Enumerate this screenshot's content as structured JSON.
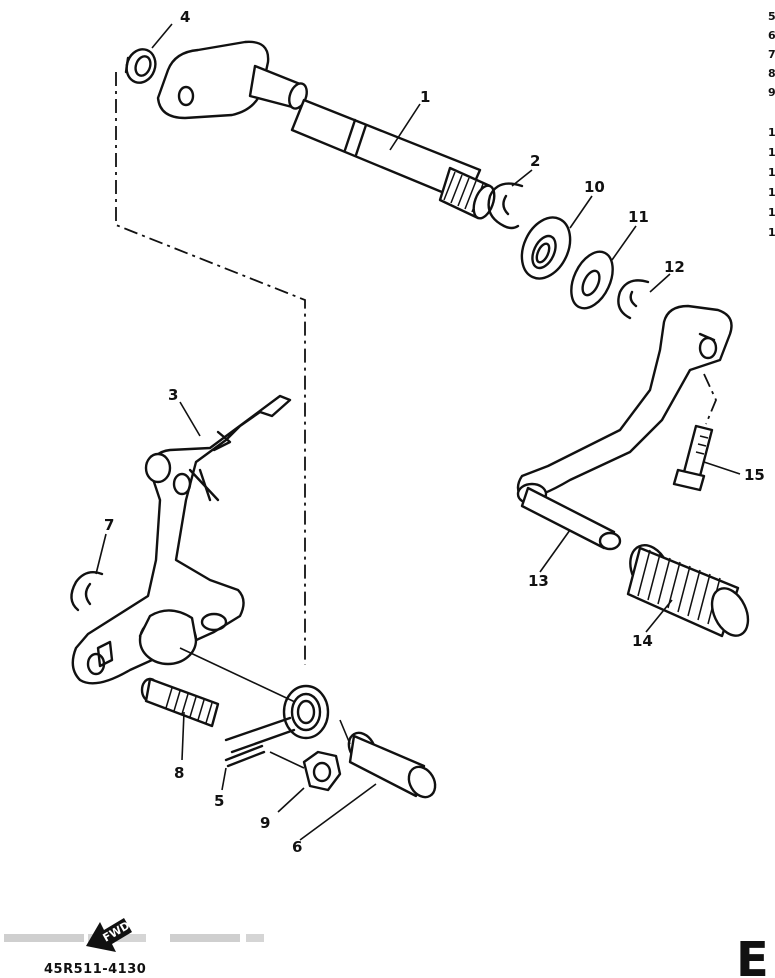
{
  "diagram": {
    "callouts": [
      "1",
      "2",
      "3",
      "4",
      "5",
      "6",
      "7",
      "8",
      "9",
      "10",
      "11",
      "12",
      "13",
      "14",
      "15"
    ],
    "footer": {
      "part_number": "45R511-4130",
      "fwd_label": "FWD",
      "faded_caption": "",
      "corner_letter": "E"
    },
    "index_column": [
      "5",
      "6",
      "7",
      "8",
      "9",
      "1",
      "1",
      "1",
      "1",
      "1",
      "1"
    ]
  }
}
